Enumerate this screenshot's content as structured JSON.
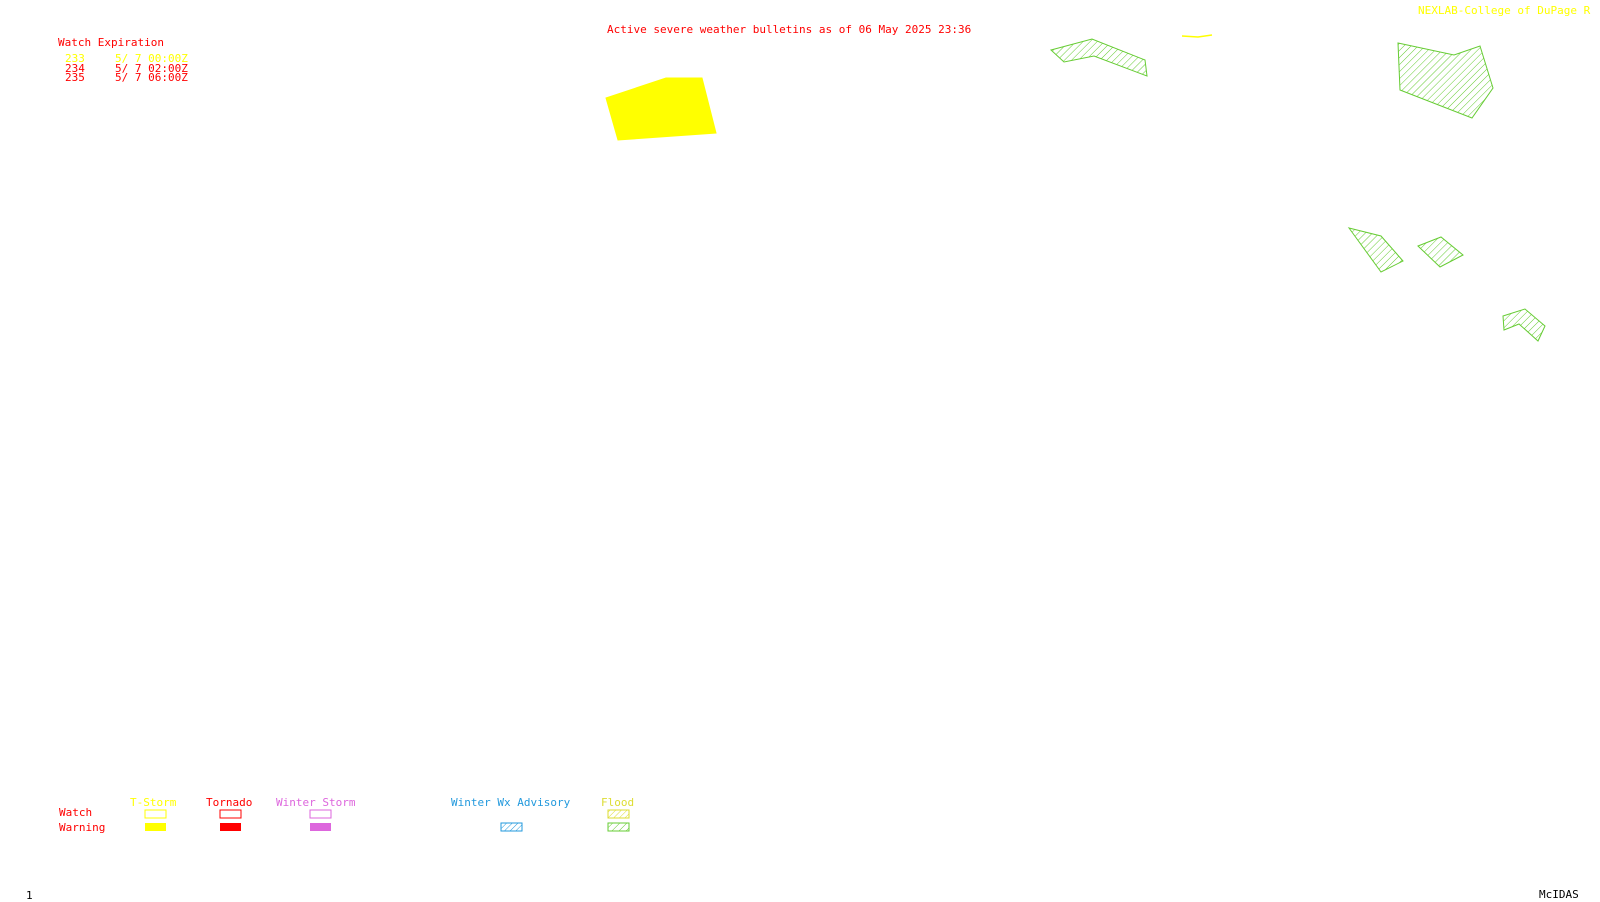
{
  "header": {
    "title": "Active severe weather bulletins as of 06 May 2025 23:36",
    "credit": "NEXLAB-College of DuPage R"
  },
  "watch_expiration": {
    "heading": "Watch Expiration",
    "rows": [
      {
        "number": "233",
        "expires": "5/ 7 00:00Z",
        "color": "#ffff00"
      },
      {
        "number": "234",
        "expires": "5/ 7 02:00Z",
        "color": "#ff0000"
      },
      {
        "number": "235",
        "expires": "5/ 7 06:00Z",
        "color": "#ff0000"
      }
    ]
  },
  "legend": {
    "row_watch": "Watch",
    "row_warning": "Warning",
    "tstorm": "T-Storm",
    "tornado": "Tornado",
    "winter_storm": "Winter Storm",
    "winter_wx_advisory": "Winter Wx Advisory",
    "flood": "Flood",
    "colors": {
      "tstorm": "#ffff00",
      "tornado": "#ff0000",
      "winter_storm": "#dd66dd",
      "winter_wx_advisory": "#2299dd",
      "flood_watch": "#dddd33",
      "flood_warning": "#66cc33"
    }
  },
  "footer": {
    "frame": "1",
    "software": "McIDAS"
  },
  "map_areas": [
    {
      "type": "tstorm-warning",
      "color": "#ffff00",
      "fill": "solid"
    },
    {
      "type": "tstorm-warning",
      "color": "#ffff00",
      "fill": "solid"
    },
    {
      "type": "flood-warning",
      "color": "#66cc33",
      "fill": "hatched"
    },
    {
      "type": "flood-warning",
      "color": "#66cc33",
      "fill": "hatched"
    },
    {
      "type": "flood-warning",
      "color": "#66cc33",
      "fill": "hatched"
    },
    {
      "type": "flood-warning",
      "color": "#66cc33",
      "fill": "hatched"
    },
    {
      "type": "flood-warning",
      "color": "#66cc33",
      "fill": "hatched"
    }
  ]
}
